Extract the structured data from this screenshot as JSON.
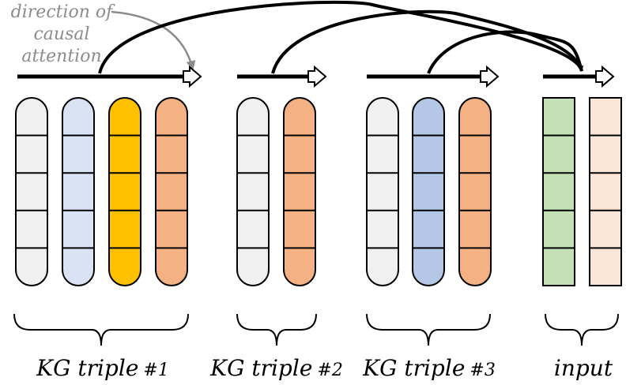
{
  "annotation": {
    "lines": [
      "direction of",
      "causal",
      "attention"
    ],
    "color": "#8c8c8c"
  },
  "colors": {
    "gray": "#f0f0f0",
    "light_blue": "#dae3f3",
    "gold": "#ffc000",
    "orange": "#f4b183",
    "blue": "#b4c7e7",
    "green": "#c5e0b4",
    "peach": "#fbe5d6",
    "outline": "#000000"
  },
  "groups": [
    {
      "id": "kg1",
      "label": "KG triple",
      "index": "#1",
      "columns": [
        "gray",
        "light_blue",
        "gold",
        "orange"
      ],
      "shape": "rounded"
    },
    {
      "id": "kg2",
      "label": "KG triple",
      "index": "#2",
      "columns": [
        "gray",
        "orange"
      ],
      "shape": "rounded"
    },
    {
      "id": "kg3",
      "label": "KG triple",
      "index": "#3",
      "columns": [
        "gray",
        "blue",
        "orange"
      ],
      "shape": "rounded"
    },
    {
      "id": "input",
      "label": "input",
      "index": "",
      "columns": [
        "green",
        "peach"
      ],
      "shape": "square"
    }
  ],
  "attention_arcs": [
    {
      "from": "kg1",
      "to": "input"
    },
    {
      "from": "kg2",
      "to": "input"
    },
    {
      "from": "kg3",
      "to": "input"
    }
  ]
}
